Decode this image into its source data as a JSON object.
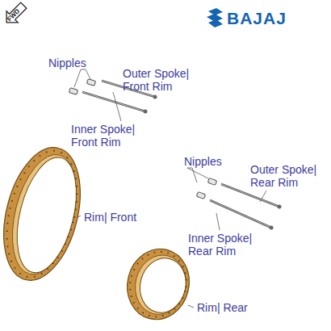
{
  "diagram": {
    "labels": [
      "FWD",
      "BAJAJ",
      "Nipples",
      "Outer Spoke| Front Rim",
      "Inner Spoke| Front Rim",
      "Rim| Front",
      "Nipples",
      "Outer Spoke| Rear Rim",
      "Inner Spoke| Rear Rim",
      "Rim| Rear"
    ]
  }
}
